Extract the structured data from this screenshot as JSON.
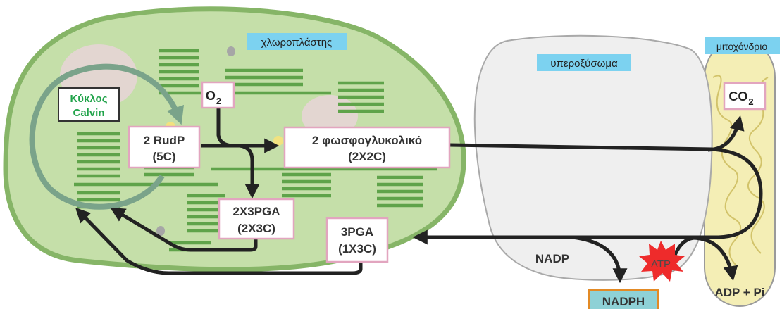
{
  "organelles": {
    "chloroplast": "χλωροπλάστης",
    "peroxisome": "υπεροξύσωμα",
    "mitochondrion": "μιτοχόνδριο"
  },
  "calvin": {
    "line1": "Κύκλος",
    "line2": "Calvin"
  },
  "molecules": {
    "o2": "O",
    "o2_sub": "2",
    "rudp_line1": "2 RudP",
    "rudp_line2": "(5C)",
    "phosphoglycolate_line1": "2 φωσφογλυκολικό",
    "phosphoglycolate_line2": "(2X2C)",
    "pga2_line1": "2X3PGA",
    "pga2_line2": "(2X3C)",
    "pga1_line1": "3PGA",
    "pga1_line2": "(1X3C)",
    "co2": "CO",
    "co2_sub": "2",
    "nadp": "NADP",
    "nadph": "NADPH",
    "atp": "ATP",
    "adp": "ADP + Pi"
  },
  "colors": {
    "chloroplast_fill": "#c5dfa9",
    "chloroplast_stroke": "#86b567",
    "peroxisome_fill": "#efefef",
    "mitochondrion_fill": "#f4eeb5",
    "label_blue": "#7cd2f0",
    "nadph_fill": "#8ed1d6",
    "nadph_stroke": "#e38a25",
    "calvin_arrow": "#7aa38a",
    "calvin_text": "#21a34a",
    "box_border": "#e2a5bf",
    "atp_burst": "#ee2b2b",
    "arrow": "#222222",
    "thylakoid": "#5fa34a"
  }
}
